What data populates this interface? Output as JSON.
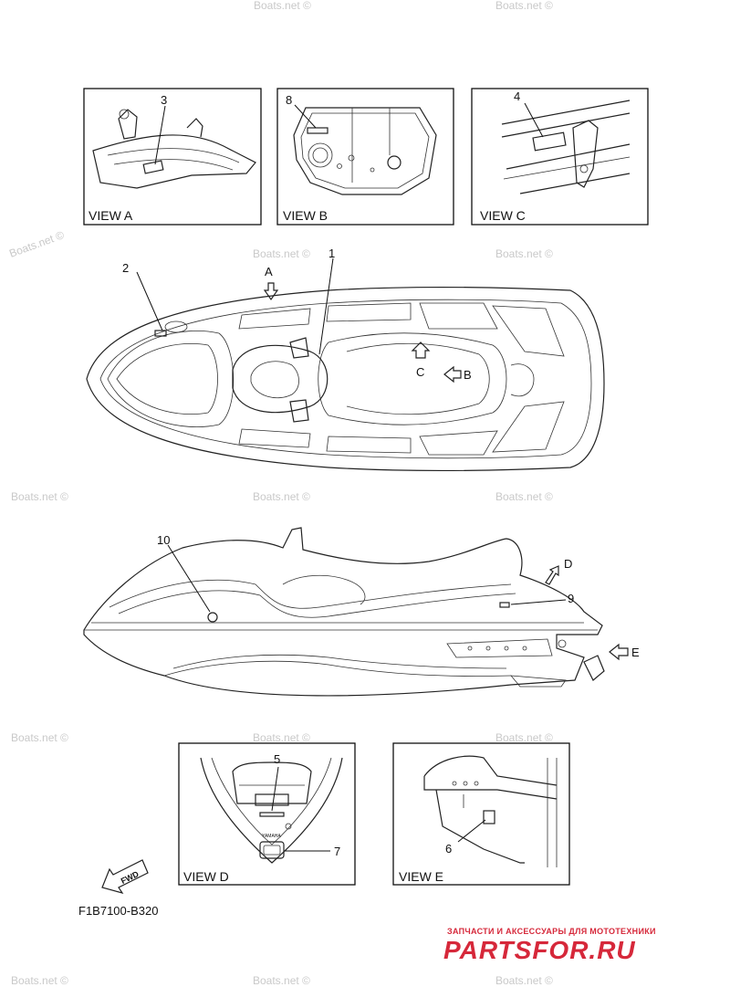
{
  "views": {
    "a": "VIEW A",
    "b": "VIEW B",
    "c": "VIEW C",
    "d": "VIEW D",
    "e": "VIEW E"
  },
  "callouts": [
    "1",
    "2",
    "3",
    "4",
    "5",
    "6",
    "7",
    "8",
    "9",
    "10"
  ],
  "arrows": {
    "a": "A",
    "b": "B",
    "c": "C",
    "d": "D",
    "e": "E",
    "fwd": "FWD"
  },
  "part_code": "F1B7100-B320",
  "watermark": "Boats.net ©",
  "logo": {
    "tagline": "ЗАПЧАСТИ И АКСЕССУАРЫ ДЛЯ МОТОТЕХНИКИ",
    "name": "PARTSFOR.RU"
  },
  "badge": "YAMAHA",
  "colors": {
    "line": "#222222",
    "logo_red": "#d6283a",
    "watermark": "#c9c9c9"
  }
}
